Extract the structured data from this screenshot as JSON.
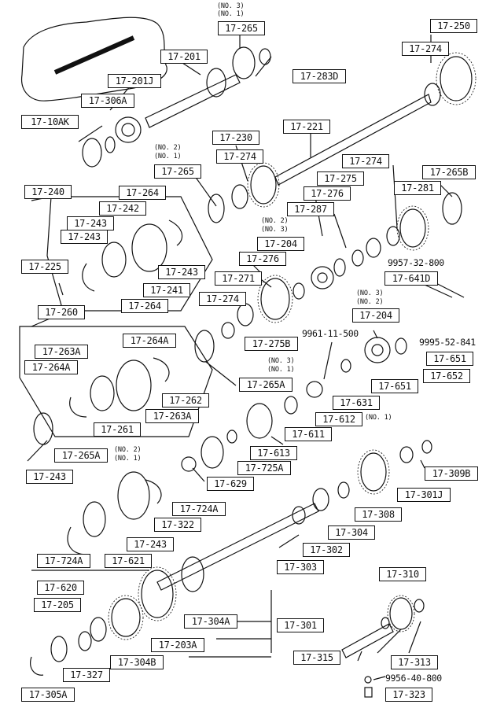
{
  "labels": {
    "p17_250": "17-250",
    "p17_274_top": "17-274",
    "p17_265_top": "17-265",
    "p17_283D": "17-283D",
    "p17_201": "17-201",
    "p17_201J": "17-201J",
    "p17_306A": "17-306A",
    "p17_10AK": "17-10AK",
    "p17_221": "17-221",
    "p17_230": "17-230",
    "p17_274_mid": "17-274",
    "p17_265_mid": "17-265",
    "p17_274_right": "17-274",
    "p17_265B": "17-265B",
    "p17_240": "17-240",
    "p17_264_a": "17-264",
    "p17_242": "17-242",
    "p17_243_a": "17-243",
    "p17_243_b": "17-243",
    "p17_243_c": "17-243",
    "p17_241": "17-241",
    "p17_264_b": "17-264",
    "p17_275": "17-275",
    "p17_276_a": "17-276",
    "p17_287": "17-287",
    "p17_281": "17-281",
    "p17_204_a": "17-204",
    "p17_276_b": "17-276",
    "p17_271": "17-271",
    "p17_274_low": "17-274",
    "p17_225": "17-225",
    "p17_260": "17-260",
    "p17_641D": "17-641D",
    "p17_204_b": "17-204",
    "p17_264A_a": "17-264A",
    "p17_263A_a": "17-263A",
    "p17_264A_b": "17-264A",
    "p17_275B": "17-275B",
    "p17_651_a": "17-651",
    "p17_652": "17-652",
    "p17_651_b": "17-651",
    "p17_265A_a": "17-265A",
    "p17_631": "17-631",
    "p17_262": "17-262",
    "p17_263A_b": "17-263A",
    "p17_612": "17-612",
    "p17_261": "17-261",
    "p17_611": "17-611",
    "p17_265A_b": "17-265A",
    "p17_613": "17-613",
    "p17_725A": "17-725A",
    "p17_629": "17-629",
    "p17_309B": "17-309B",
    "p17_243_d": "17-243",
    "p17_724A_a": "17-724A",
    "p17_322": "17-322",
    "p17_301J": "17-301J",
    "p17_308": "17-308",
    "p17_304": "17-304",
    "p17_243_e": "17-243",
    "p17_724A_b": "17-724A",
    "p17_621": "17-621",
    "p17_302": "17-302",
    "p17_303": "17-303",
    "p17_620": "17-620",
    "p17_205": "17-205",
    "p17_310": "17-310",
    "p17_304A": "17-304A",
    "p17_301": "17-301",
    "p17_203A": "17-203A",
    "p17_304B": "17-304B",
    "p17_327": "17-327",
    "p17_313": "17-313",
    "p17_315": "17-315",
    "p17_305A": "17-305A",
    "p17_323": "17-323"
  },
  "texts": {
    "no3_top": "(NO. 3)",
    "no1_top": "(NO. 1)",
    "no2_a": "(NO. 2)",
    "no1_a": "(NO. 1)",
    "no2_b": "(NO. 2)",
    "no3_b": "(NO. 3)",
    "part_9957": "9957-32-800",
    "no3_c": "(NO. 3)",
    "no2_c": "(NO. 2)",
    "part_9961": "9961-11-500",
    "part_9995": "9995-52-841",
    "no3_d": "(NO. 3)",
    "no1_d": "(NO. 1)",
    "no1_e": "(NO. 1)",
    "no2_f": "(NO. 2)",
    "no1_f": "(NO. 1)",
    "part_9956": "9956-40-800"
  },
  "colors": {
    "ink": "#111111",
    "paper": "#ffffff"
  }
}
